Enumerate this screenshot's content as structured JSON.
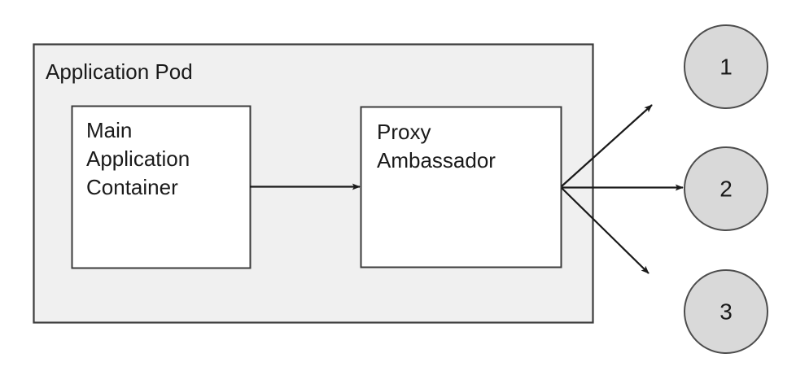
{
  "diagram": {
    "type": "ambassador-sidecar-pattern",
    "background": "#ffffff",
    "pod": {
      "label": "Application Pod",
      "fill": "#f0f0f0",
      "stroke": "#3b3b3b"
    },
    "containers": [
      {
        "id": "main-application-container",
        "lines": [
          "Main",
          "Application",
          "Container"
        ],
        "line1": "Main",
        "line2": "Application",
        "line3": "Container",
        "fill": "#ffffff",
        "stroke": "#3b3b3b"
      },
      {
        "id": "proxy-ambassador-container",
        "lines": [
          "Proxy",
          "Ambassador"
        ],
        "line1": "Proxy",
        "line2": "Ambassador",
        "fill": "#ffffff",
        "stroke": "#3b3b3b"
      }
    ],
    "external_nodes": [
      {
        "id": "node-1",
        "label": "1",
        "fill": "#d9d9d9",
        "stroke": "#4d4d4d"
      },
      {
        "id": "node-2",
        "label": "2",
        "fill": "#d9d9d9",
        "stroke": "#4d4d4d"
      },
      {
        "id": "node-3",
        "label": "3",
        "fill": "#d9d9d9",
        "stroke": "#4d4d4d"
      }
    ],
    "connectors": [
      {
        "id": "main-to-proxy",
        "from": "main-application-container",
        "to": "proxy-ambassador-container",
        "style": "solid-arrow"
      },
      {
        "id": "proxy-to-node-1",
        "from": "proxy-ambassador-container",
        "to": "node-1",
        "style": "solid-arrow"
      },
      {
        "id": "proxy-to-node-2",
        "from": "proxy-ambassador-container",
        "to": "node-2",
        "style": "solid-arrow"
      },
      {
        "id": "proxy-to-node-3",
        "from": "proxy-ambassador-container",
        "to": "node-3",
        "style": "solid-arrow"
      }
    ],
    "colors": {
      "line": "#1a1a1a",
      "pod_fill": "#f0f0f0",
      "box_fill": "#ffffff",
      "circle_fill": "#d9d9d9",
      "text": "#1a1a1a"
    }
  }
}
